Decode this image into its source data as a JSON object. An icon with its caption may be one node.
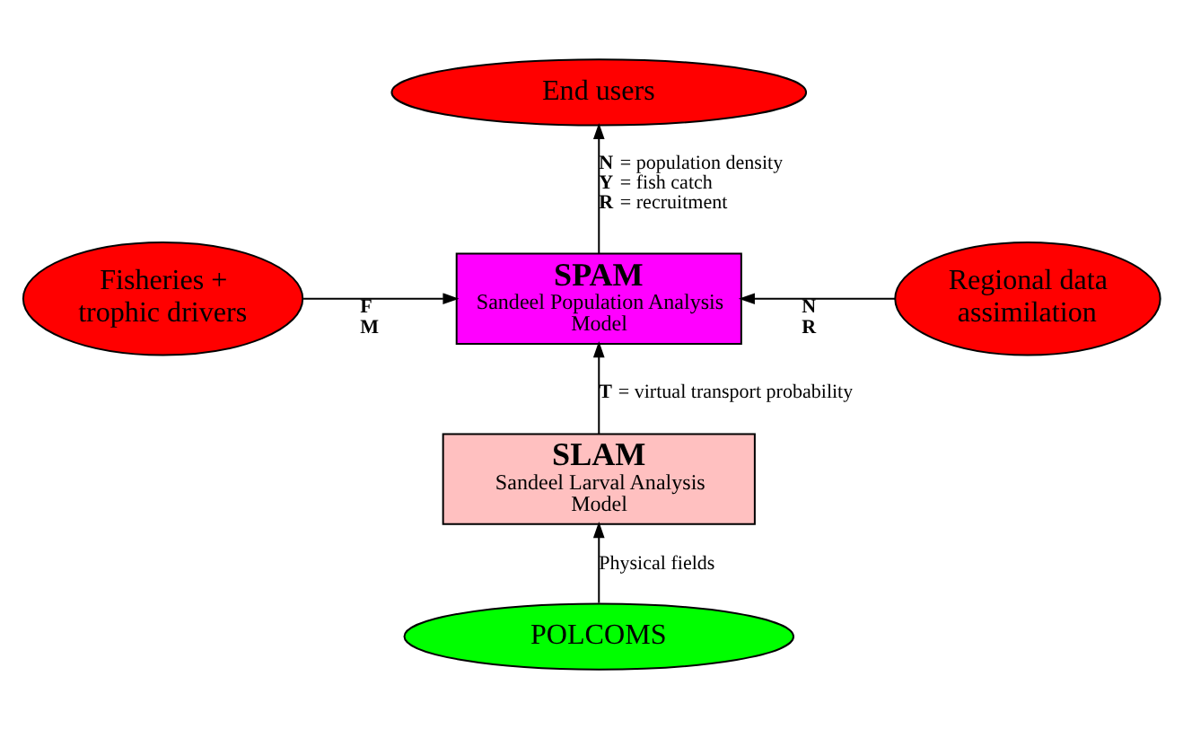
{
  "diagram": {
    "nodes": [
      {
        "text": [
          "End users"
        ]
      },
      {
        "text": [
          "SPAM",
          "Sandeel Population Analysis Model"
        ]
      },
      {
        "text": [
          "Fisheries + trophic drivers"
        ]
      },
      {
        "text": [
          "Regional data assimilation"
        ]
      },
      {
        "text": [
          "SLAM",
          "Sandeel Larval Analysis Model"
        ]
      },
      {
        "text": [
          "POLCOMS"
        ]
      }
    ],
    "edges": [
      {
        "from": 1,
        "to": 0,
        "arrow": "to",
        "label": "**N** = population density **Y** = fish catch **R** = recruitment"
      },
      {
        "from": 2,
        "to": 1,
        "arrow": "to",
        "label": "**F** **M**"
      },
      {
        "from": 3,
        "to": 1,
        "arrow": "to",
        "label": "**N** **R**"
      },
      {
        "from": 4,
        "to": 1,
        "arrow": "to",
        "label": "**T** = virtual transport probability"
      },
      {
        "from": 5,
        "to": 4,
        "arrow": "to",
        "label": "Physical fields"
      }
    ]
  }
}
